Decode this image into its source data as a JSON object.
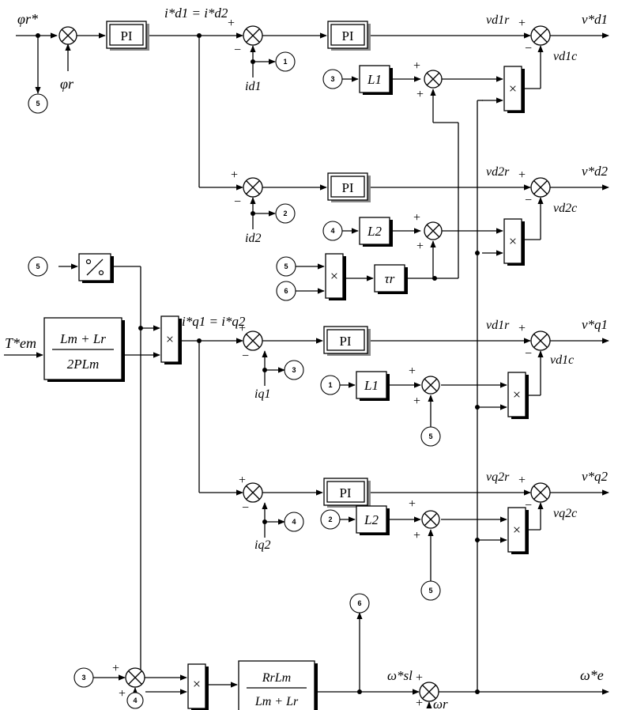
{
  "labels": {
    "phi_r_ref": "φr*",
    "phi_r": "φr",
    "id_ref_eq": "i*d1 = i*d2",
    "iq_ref_eq": "i*q1 = i*q2",
    "id1": "id1",
    "id2": "id2",
    "iq1": "iq1",
    "iq2": "iq2",
    "vd1r": "vd1r",
    "vd1c": "vd1c",
    "vd2r": "vd2r",
    "vd2c": "vd2c",
    "vq1r": "vd1r",
    "vq1c": "vd1c",
    "vq2r": "vq2r",
    "vq2c": "vq2c",
    "vd1_out": "v*d1",
    "vd2_out": "v*d2",
    "vq1_out": "v*q1",
    "vq2_out": "v*q2",
    "tem_ref": "T*em",
    "wsl_ref": "ω*sl",
    "we_ref": "ω*e",
    "wr": "ωr"
  },
  "blocks": {
    "pi": "PI",
    "l1": "L1",
    "l2": "L2",
    "tau_r": "τr",
    "mult": "×",
    "divide": "⁄",
    "gain_iq_num": "Lm + Lr",
    "gain_iq_den": "2PLm",
    "gain_sl_num": "RrLm",
    "gain_sl_den": "Lm + Lr"
  },
  "nodes": [
    "1",
    "2",
    "3",
    "4",
    "5",
    "6"
  ],
  "signs": {
    "plus": "+",
    "minus": "−"
  }
}
